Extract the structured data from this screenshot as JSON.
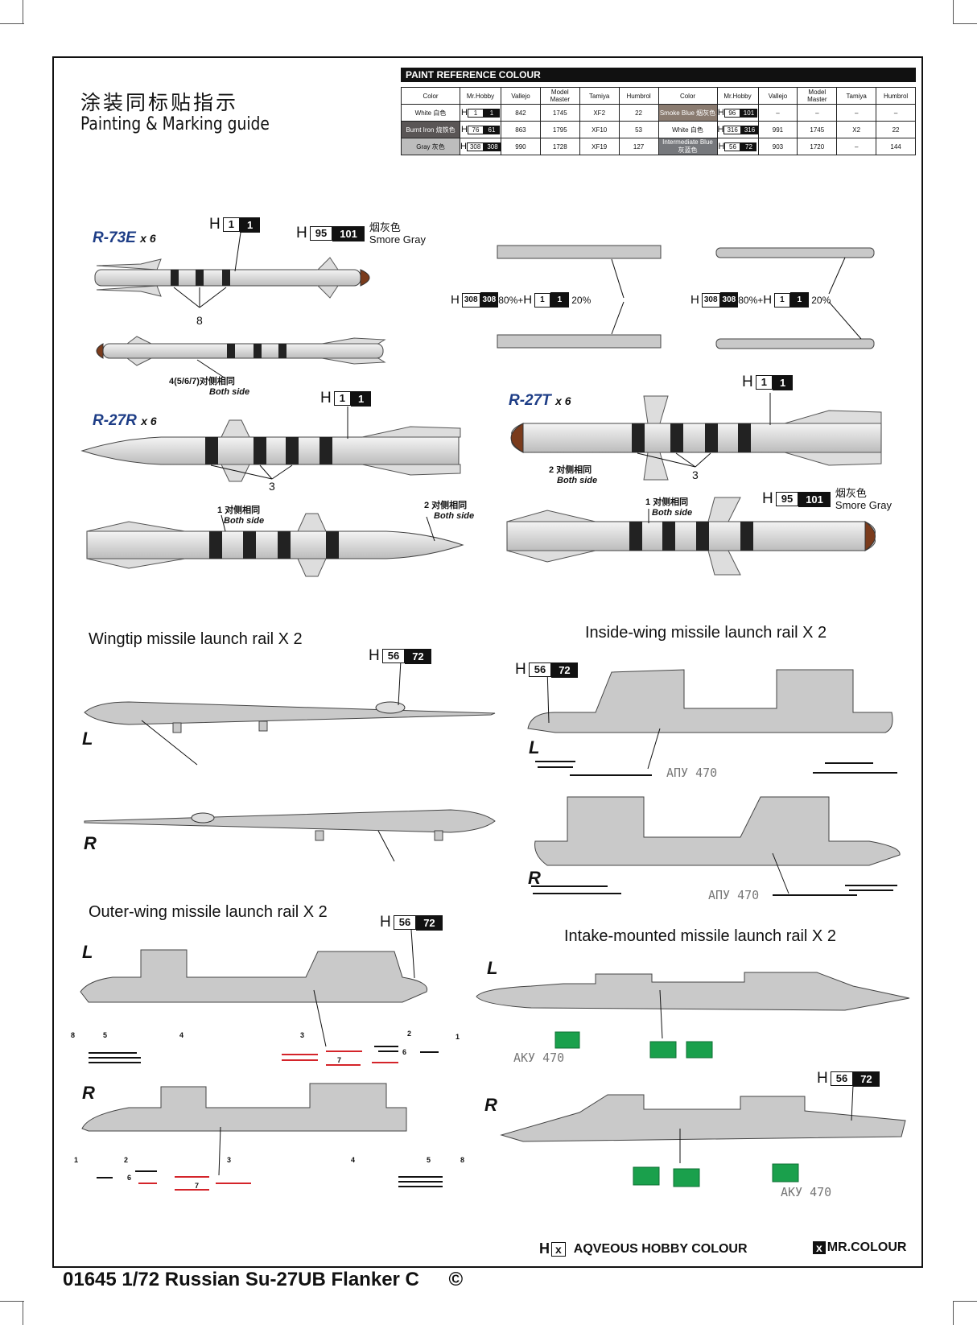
{
  "title_cn": "涂装同标贴指示",
  "title_en": "Painting & Marking guide",
  "paint_table": {
    "heading": "PAINT  REFERENCE COLOUR",
    "columns": [
      "Color",
      "Mr.Hobby",
      "Vallejo",
      "Model Master",
      "Tamiya",
      "Humbrol",
      "Color",
      "Mr.Hobby",
      "Vallejo",
      "Model Master",
      "Tamiya",
      "Humbrol"
    ],
    "rows": [
      {
        "c1": "White 白色",
        "h1": [
          "1",
          "1"
        ],
        "v1": "842",
        "m1": "1745",
        "t1": "XF2",
        "hu1": "22",
        "c2": "Smoke Blue 烟灰色",
        "h2": [
          "96",
          "101"
        ],
        "v2": "–",
        "m2": "–",
        "t2": "–",
        "hu2": "–"
      },
      {
        "c1": "Burnt Iron 烧铁色",
        "h1": [
          "76",
          "61"
        ],
        "v1": "863",
        "m1": "1795",
        "t1": "XF10",
        "hu1": "53",
        "c2": "White 白色",
        "h2": [
          "316",
          "316"
        ],
        "v2": "991",
        "m2": "1745",
        "t2": "X2",
        "hu2": "22"
      },
      {
        "c1": "Gray 灰色",
        "h1": [
          "308",
          "308"
        ],
        "v1": "990",
        "m1": "1728",
        "t1": "XF19",
        "hu1": "127",
        "c2": "Intermediate Blue 灰蓝色",
        "h2": [
          "56",
          "72"
        ],
        "v2": "903",
        "m2": "1720",
        "t2": "–",
        "hu2": "144"
      }
    ]
  },
  "missiles": {
    "r73e": {
      "name": "R-73E",
      "count": "x 6",
      "code_h": "H",
      "code_w": "1",
      "code_b": "1",
      "code2_w": "95",
      "code2_b": "101",
      "note_cn": "烟灰色",
      "note_en": "Smore Gray",
      "callout_8": "8",
      "callout_side": "4(5/6/7)对侧相同",
      "both_side": "Both side"
    },
    "pylon_mix": {
      "h": "H",
      "a_w": "308",
      "a_b": "308",
      "a_pct": "80%+",
      "b_w": "1",
      "b_b": "1",
      "b_pct": "20%"
    },
    "r27r": {
      "name": "R-27R",
      "count": "x 6",
      "code_w": "1",
      "code_b": "1",
      "callout_3": "3",
      "callout_1": "1",
      "callout_2": "2",
      "side_cn": "对侧相同",
      "both_side": "Both side"
    },
    "r27t": {
      "name": "R-27T",
      "count": "x 6",
      "code_w": "1",
      "code_b": "1",
      "callout_3": "3",
      "callout_1": "1",
      "callout_2": "2",
      "side_cn": "对侧相同",
      "both_side": "Both side",
      "code2_w": "95",
      "code2_b": "101",
      "note_cn": "烟灰色",
      "note_en": "Smore Gray"
    }
  },
  "sections": {
    "wingtip": {
      "title": "Wingtip missile launch rail  X  2",
      "code_w": "56",
      "code_b": "72",
      "L": "L",
      "R": "R"
    },
    "inside": {
      "title": "Inside-wing missile launch rail  X  2",
      "code_w": "56",
      "code_b": "72",
      "L": "L",
      "R": "R",
      "stencil": "АПУ 470"
    },
    "outer": {
      "title": "Outer-wing missile launch rail  X  2",
      "code_w": "56",
      "code_b": "72",
      "L": "L",
      "R": "R",
      "nums_L": [
        "8",
        "5",
        "4",
        "3",
        "2",
        "1",
        "7",
        "6"
      ],
      "nums_R": [
        "1",
        "2",
        "3",
        "4",
        "5",
        "8",
        "6",
        "7"
      ]
    },
    "intake": {
      "title": "Intake-mounted missile launch rail  X  2",
      "code_w": "56",
      "code_b": "72",
      "L": "L",
      "R": "R",
      "stencil": "АКУ 470"
    }
  },
  "legend": {
    "h": "H",
    "x": "x",
    "aq": "AQVEOUS HOBBY COLOUR",
    "mx": "x",
    "mr": "MR.COLOUR"
  },
  "footer": {
    "text": "01645 1/72 Russian Su-27UB Flanker C",
    "copyright": "©"
  }
}
